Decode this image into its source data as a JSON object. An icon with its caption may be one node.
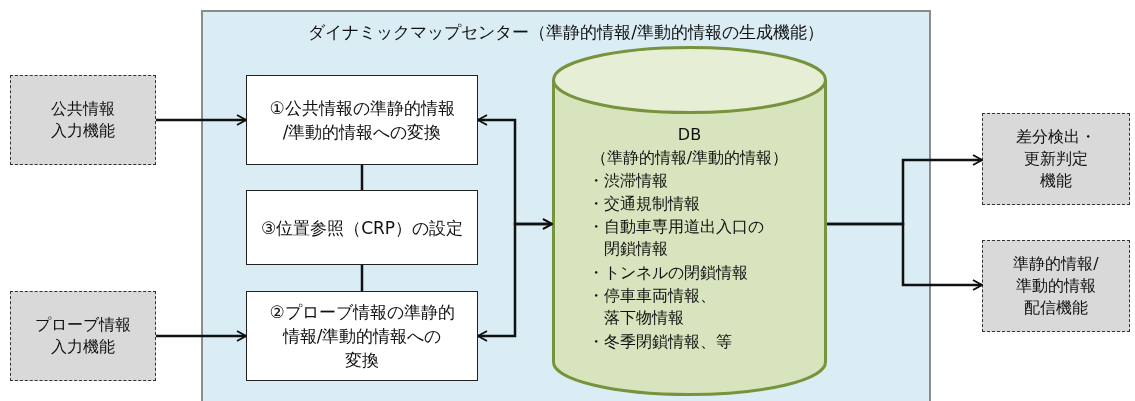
{
  "diagram": {
    "nodes": [
      {
        "text": [
          "ダイナミックマップセンター（準静的情報/準動的情報の生成機能）"
        ]
      },
      {
        "text": [
          "公共情報入力機能"
        ]
      },
      {
        "text": [
          "プローブ情報入力機能"
        ]
      },
      {
        "text": [
          "①公共情報の準静的情報/準動的情報への変換"
        ],
        "in": 0
      },
      {
        "text": [
          "③位置参照（CRP）の設定"
        ],
        "in": 0
      },
      {
        "text": [
          "②プローブ情報の準静的情報/準動的情報への変換"
        ],
        "in": 0
      },
      {
        "text": [
          "DB",
          "（準静的情報/準動的情報）",
          "・渋滞情報",
          "・交通規制情報",
          "・自動車専用道出入口の閉鎖情報",
          "・トンネルの閉鎖情報",
          "・停車車両情報、落下物情報",
          "・冬季閉鎖情報、等"
        ],
        "in": 0
      },
      {
        "text": [
          "差分検出・更新判定機能"
        ]
      },
      {
        "text": [
          "準静的情報/準動的情報配信機能"
        ]
      }
    ],
    "edges": [
      {
        "from": 1,
        "to": 3,
        "arrow": "to"
      },
      {
        "from": 2,
        "to": 5,
        "arrow": "to"
      },
      {
        "from": 3,
        "to": 4,
        "arrow": "none"
      },
      {
        "from": 4,
        "to": 5,
        "arrow": "none"
      },
      {
        "from": 3,
        "to": 6,
        "arrow": "both"
      },
      {
        "from": 5,
        "to": 6,
        "arrow": "both"
      },
      {
        "from": 6,
        "to": 7,
        "arrow": "to"
      },
      {
        "from": 6,
        "to": 8,
        "arrow": "to"
      }
    ]
  }
}
